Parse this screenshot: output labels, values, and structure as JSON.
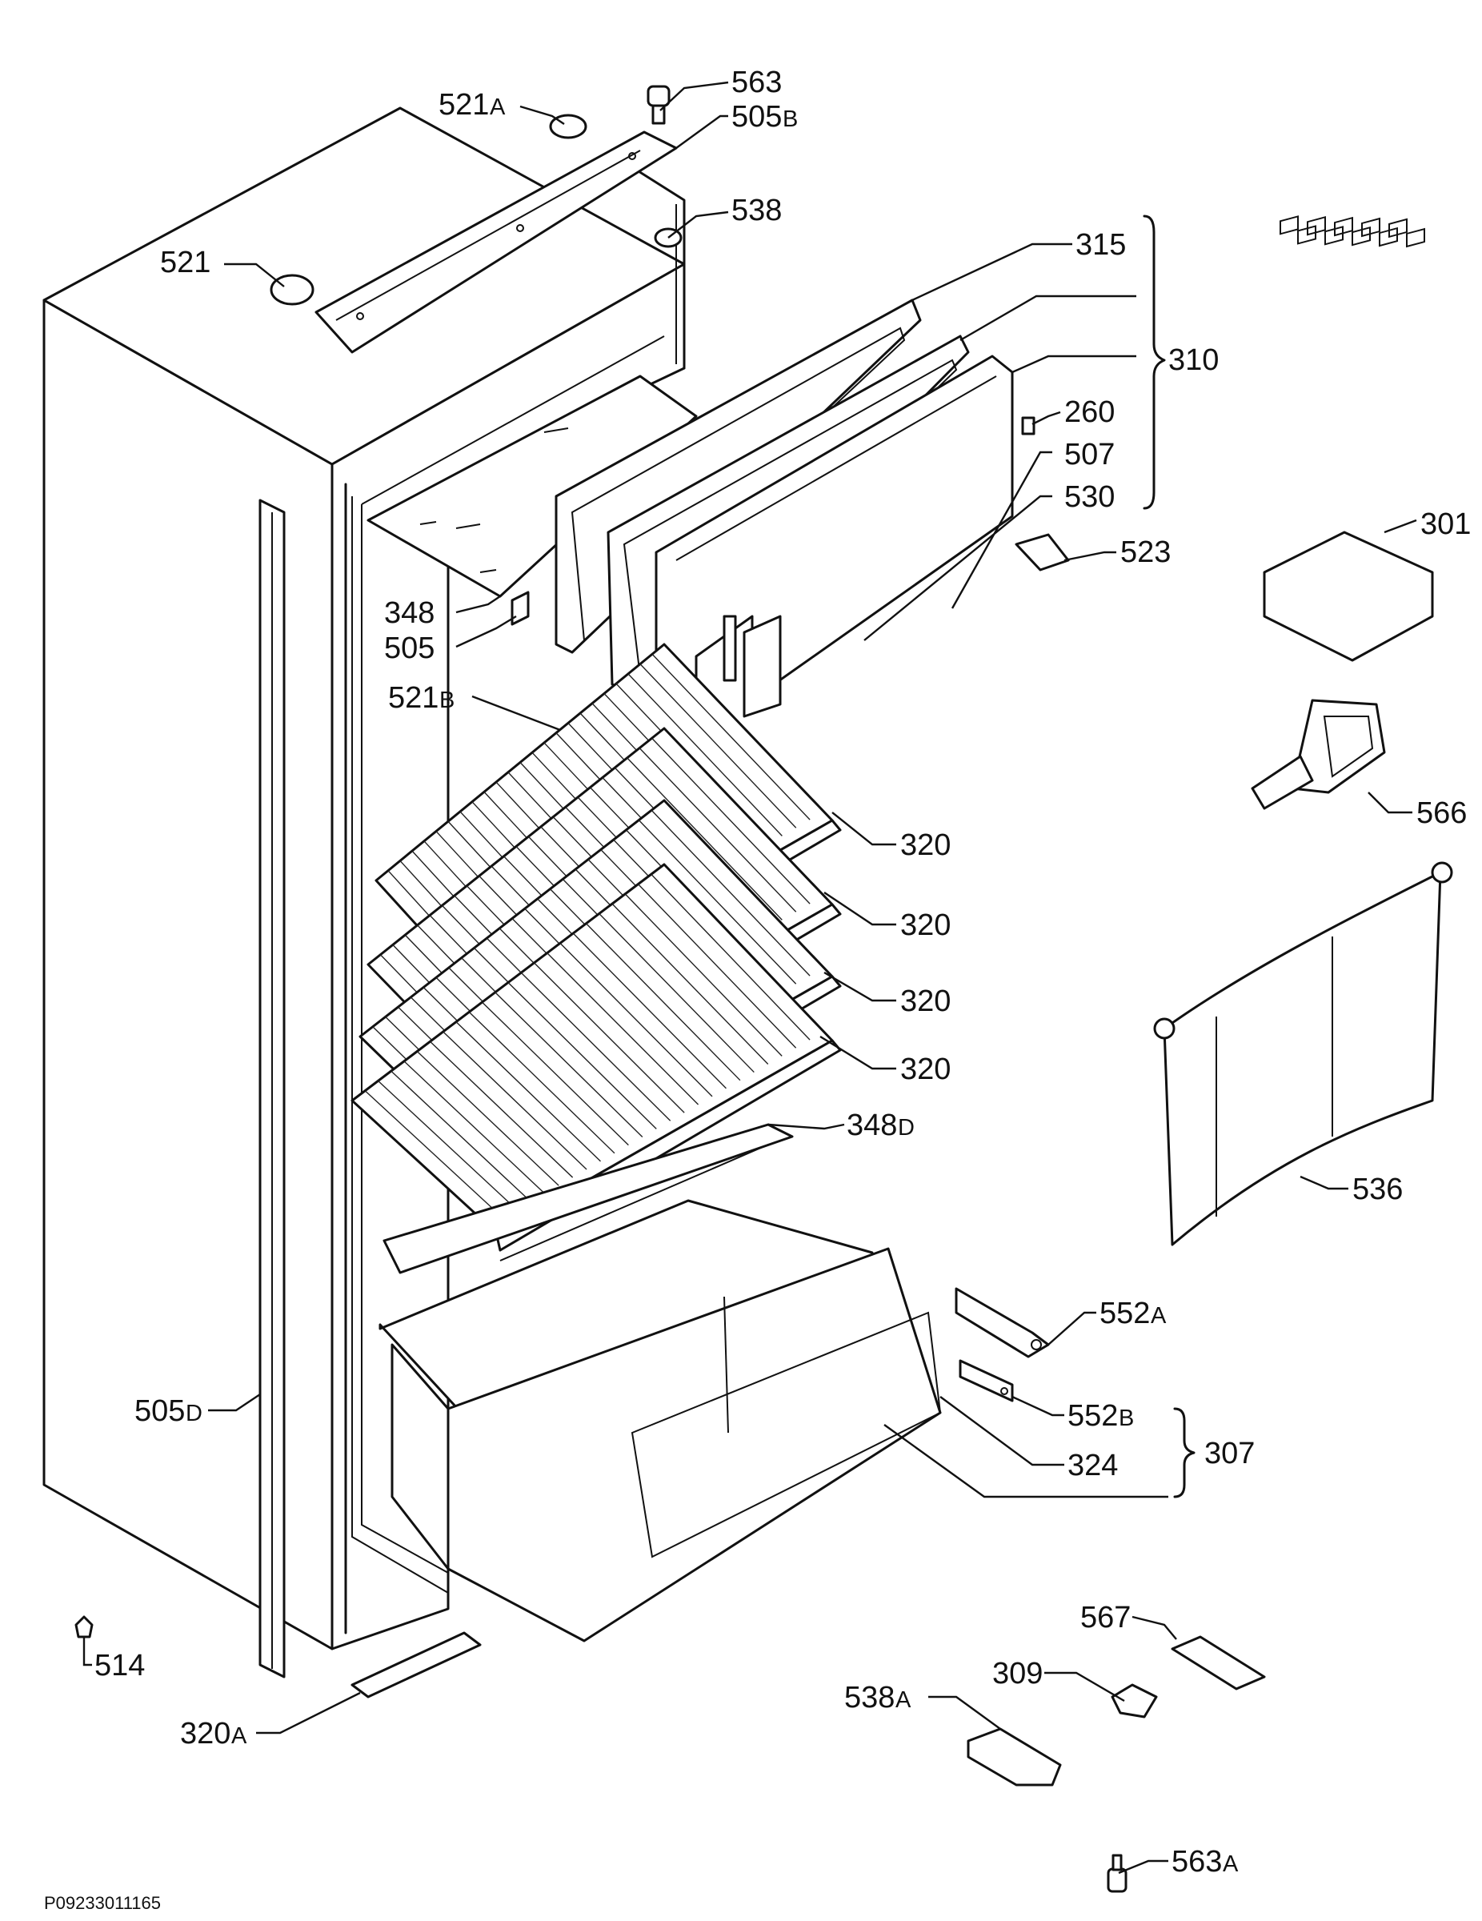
{
  "drawing_code": "P09233011165",
  "labels": [
    {
      "id": "563",
      "text": "563"
    },
    {
      "id": "521A",
      "text": "521",
      "suffix": "A"
    },
    {
      "id": "505B",
      "text": "505",
      "suffix": "B"
    },
    {
      "id": "538",
      "text": "538"
    },
    {
      "id": "521",
      "text": "521"
    },
    {
      "id": "315",
      "text": "315"
    },
    {
      "id": "310",
      "text": "310"
    },
    {
      "id": "260",
      "text": "260"
    },
    {
      "id": "507",
      "text": "507"
    },
    {
      "id": "530",
      "text": "530"
    },
    {
      "id": "523",
      "text": "523"
    },
    {
      "id": "301",
      "text": "301"
    },
    {
      "id": "348",
      "text": "348"
    },
    {
      "id": "505",
      "text": "505"
    },
    {
      "id": "521B",
      "text": "521",
      "suffix": "B"
    },
    {
      "id": "566",
      "text": "566"
    },
    {
      "id": "320-1",
      "text": "320"
    },
    {
      "id": "320-2",
      "text": "320"
    },
    {
      "id": "320-3",
      "text": "320"
    },
    {
      "id": "320-4",
      "text": "320"
    },
    {
      "id": "348D",
      "text": "348",
      "suffix": "D"
    },
    {
      "id": "536",
      "text": "536"
    },
    {
      "id": "552A",
      "text": "552",
      "suffix": "A"
    },
    {
      "id": "505D",
      "text": "505",
      "suffix": "D"
    },
    {
      "id": "552B",
      "text": "552",
      "suffix": "B"
    },
    {
      "id": "307",
      "text": "307"
    },
    {
      "id": "324",
      "text": "324"
    },
    {
      "id": "567",
      "text": "567"
    },
    {
      "id": "309",
      "text": "309"
    },
    {
      "id": "514",
      "text": "514"
    },
    {
      "id": "538A",
      "text": "538",
      "suffix": "A"
    },
    {
      "id": "320A",
      "text": "320",
      "suffix": "A"
    },
    {
      "id": "563A",
      "text": "563",
      "suffix": "A"
    }
  ]
}
